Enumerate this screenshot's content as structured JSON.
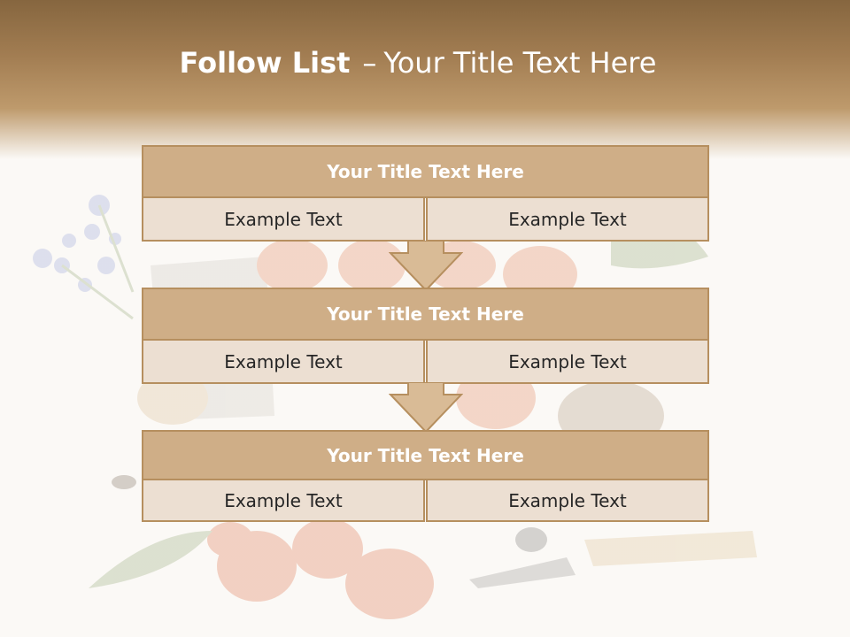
{
  "slide": {
    "title_bold": "Follow List",
    "title_dash": "–",
    "title_rest": "Your Title Text Here"
  },
  "blocks": [
    {
      "title": "Your Title Text Here",
      "left": "Example Text",
      "right": "Example Text"
    },
    {
      "title": "Your Title Text Here",
      "left": "Example Text",
      "right": "Example Text"
    },
    {
      "title": "Your Title Text Here",
      "left": "Example Text",
      "right": "Example Text"
    }
  ],
  "colors": {
    "header": "#a27d52",
    "block_title_fill": "#cfae87",
    "cell_fill": "#ecdfd2",
    "border": "#b68f5f",
    "arrow_fill": "#d9bb96"
  }
}
